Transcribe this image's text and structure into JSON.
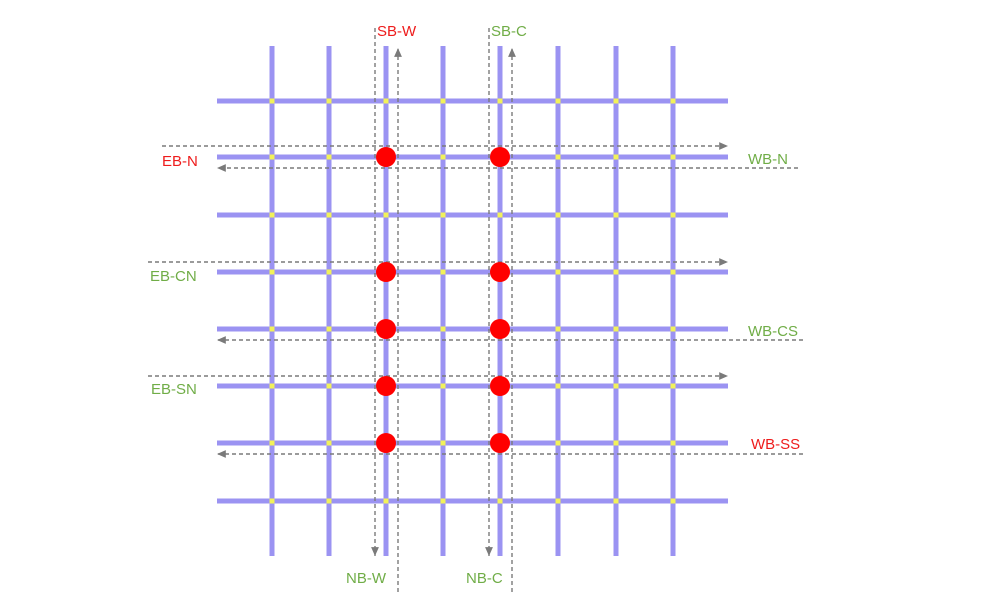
{
  "colors": {
    "road": "#9b93f2",
    "road_edge": "#8a82e8",
    "intersection": "#f2f25a",
    "marker": "#ff0000",
    "arrow": "#7a7a7a",
    "label_red": "#ee1c1c",
    "label_green": "#70ad47"
  },
  "labels": {
    "sb_w": "SB-W",
    "sb_c": "SB-C",
    "nb_w": "NB-W",
    "nb_c": "NB-C",
    "eb_n": "EB-N",
    "eb_cn": "EB-CN",
    "eb_sn": "EB-SN",
    "wb_n": "WB-N",
    "wb_cs": "WB-CS",
    "wb_ss": "WB-SS"
  },
  "grid": {
    "vertical_roads": 8,
    "horizontal_roads": 8
  },
  "markers": [
    {
      "col": 3,
      "row": 2
    },
    {
      "col": 5,
      "row": 2
    },
    {
      "col": 3,
      "row": 4
    },
    {
      "col": 5,
      "row": 4
    },
    {
      "col": 3,
      "row": 5
    },
    {
      "col": 5,
      "row": 5
    },
    {
      "col": 3,
      "row": 6
    },
    {
      "col": 5,
      "row": 6
    },
    {
      "col": 3,
      "row": 7
    },
    {
      "col": 5,
      "row": 7
    }
  ]
}
